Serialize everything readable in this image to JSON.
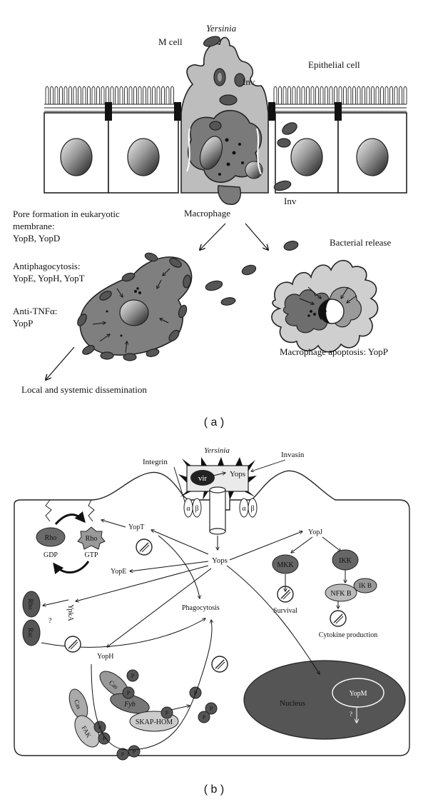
{
  "panel_a": {
    "label": "( a )",
    "yersinia": "Yersinia",
    "m_cell": "M cell",
    "epithelial_cell": "Epithelial cell",
    "inv_top": "Inv",
    "inv_bottom": "Inv",
    "macrophage": "Macrophage",
    "pore_line1": "Pore formation in eukaryotic",
    "pore_line2": "membrane:",
    "pore_yops": "YopB, YopD",
    "antiphago": "Antiphagocytosis:",
    "antiphago_yops": "YopE, YopH, YopT",
    "antitnf": "Anti-TNFα:",
    "antitnf_yop": "YopP",
    "bacterial_release": "Bacterial release",
    "apoptosis": "Macrophage apoptosis: YopP",
    "dissemination": "Local and systemic dissemination"
  },
  "panel_b": {
    "label": "( b )",
    "yersinia": "Yersinia",
    "integrin": "Integrin",
    "invasin": "Invasin",
    "vir": "vir",
    "yops_box": "Yops",
    "alpha": "α",
    "beta": "β",
    "yops_center": "Yops",
    "rho": "Rho",
    "gdp": "GDP",
    "gtp": "GTP",
    "yopt": "YopT",
    "yope": "YopE",
    "ypka": "YpkA",
    "rac": "Rac",
    "question": "?",
    "phagocytosis": "Phagocytosis",
    "yoph": "YopH",
    "cas": "Cas",
    "fyb": "Fyb",
    "fak": "FAK",
    "skap": "SKAP-HOM",
    "p": "P",
    "yopj": "YopJ",
    "mkk": "MKK",
    "ikk": "IKK",
    "ikb": "IK B",
    "nfkb": "NFK B",
    "survival": "Survival",
    "cytokine": "Cytokine production",
    "nucleus": "Nucleus",
    "yopm": "YopM"
  }
}
